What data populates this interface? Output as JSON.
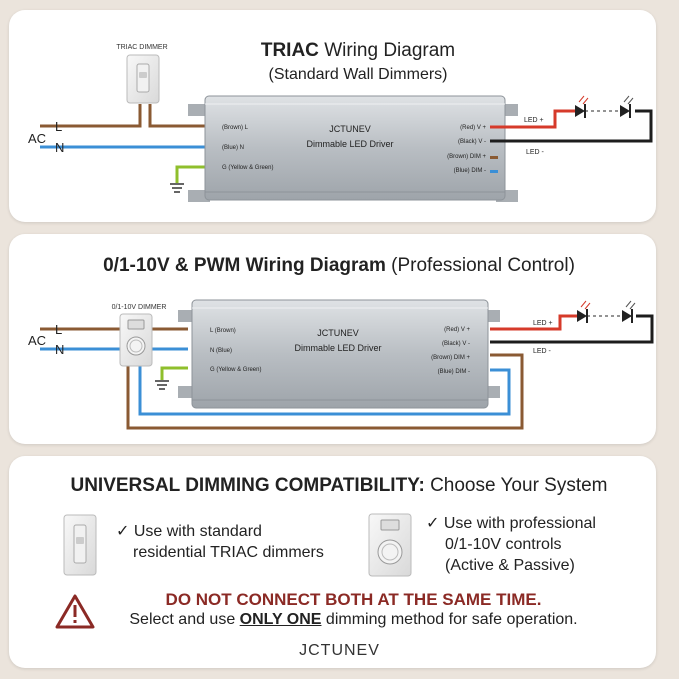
{
  "triac": {
    "title_bold": "TRIAC",
    "title_rest": " Wiring Diagram",
    "subtitle": "(Standard Wall Dimmers)",
    "dimmer_label": "TRIAC DIMMER",
    "ac": "AC",
    "l": "L",
    "n": "N",
    "driver_brand": "JCTUNEV",
    "driver_name": "Dimmable LED Driver",
    "in_l": "(Brown) L",
    "in_n": "(Blue) N",
    "in_g": "G (Yellow & Green)",
    "out_vp": "(Red) V +",
    "out_vm": "(Black) V -",
    "out_dp": "(Brown) DIM +",
    "out_dm": "(Blue) DIM -",
    "led_plus": "LED +",
    "led_minus": "LED -"
  },
  "pwm": {
    "title_bold": "0/1-10V & PWM Wiring Diagram",
    "title_rest": " (Professional Control)",
    "dimmer_label": "0/1-10V DIMMER",
    "ac": "AC",
    "l": "L",
    "n": "N",
    "driver_brand": "JCTUNEV",
    "driver_name": "Dimmable LED Driver",
    "in_l": "L (Brown)",
    "in_n": "N (Blue)",
    "in_g": "G (Yellow & Green)",
    "out_vp": "(Red) V +",
    "out_vm": "(Black) V -",
    "out_dp": "(Brown) DIM +",
    "out_dm": "(Blue) DIM -",
    "led_plus": "LED +",
    "led_minus": "LED -"
  },
  "compat": {
    "title_bold": "UNIVERSAL DIMMING COMPATIBILITY:",
    "title_rest": " Choose Your System",
    "triac_line1": "✓ Use with standard",
    "triac_line2": "residential TRIAC dimmers",
    "pro_line1": "✓ Use with professional",
    "pro_line2": "0/1-10V controls",
    "pro_line3": "(Active & Passive)",
    "warn_title": "DO NOT CONNECT BOTH AT THE SAME TIME.",
    "warn_pre": "Select and use ",
    "warn_emph": "ONLY ONE",
    "warn_post": " dimming method for safe operation.",
    "brand": "JCTUNEV"
  },
  "colors": {
    "brown": "#8a5a33",
    "blue": "#3b8fd6",
    "red": "#d63a2a",
    "black": "#1d1d1d",
    "ground": "#8fbf2c",
    "warning": "#8b2a25"
  }
}
